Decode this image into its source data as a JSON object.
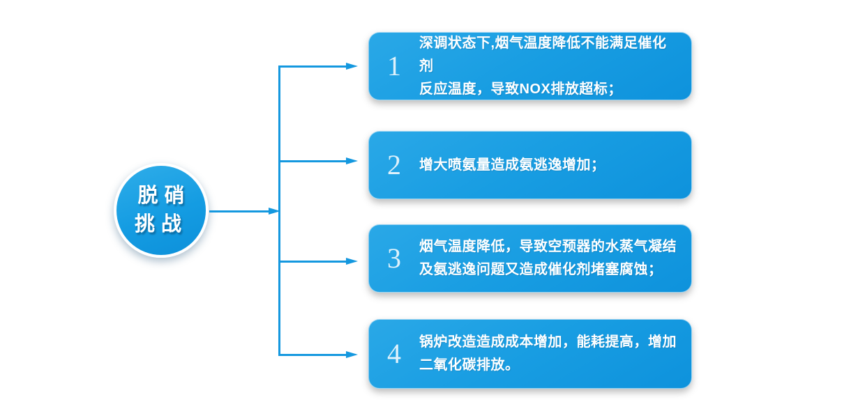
{
  "diagram": {
    "root": {
      "label": "脱硝\n挑战"
    },
    "items": [
      {
        "number": "1",
        "text": "深调状态下,烟气温度降低不能满足催化剂\n反应温度，导致NOX排放超标；"
      },
      {
        "number": "2",
        "text": "增大喷氨量造成氨逃逸增加；"
      },
      {
        "number": "3",
        "text": "烟气温度降低，导致空预器的水蒸气凝结\n及氨逃逸问题又造成催化剂堵塞腐蚀；"
      },
      {
        "number": "4",
        "text": "锅炉改造造成成本增加，能耗提高，增加\n二氧化碳排放。"
      }
    ],
    "colors": {
      "accent": "#1498DF",
      "box_gradient_start": "#2AA8E7",
      "box_gradient_end": "#0E92DC",
      "text": "#FFFFFF"
    }
  }
}
